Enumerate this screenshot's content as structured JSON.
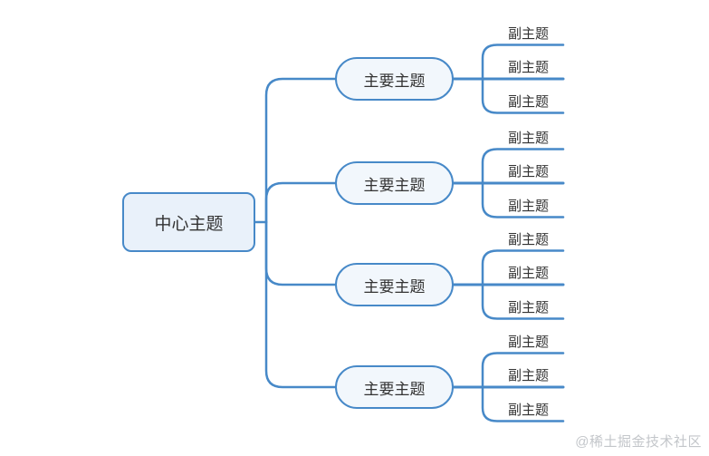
{
  "colors": {
    "line-color": "#4789c8",
    "root-fill": "#e9f1fa",
    "node-fill": "#f2f7fc",
    "text-color": "#333333",
    "watermark-color": "#c3c6ca",
    "bg": "#ffffff"
  },
  "mindmap": {
    "root": {
      "label": "中心主题"
    },
    "branches": [
      {
        "label": "主要主题",
        "children": [
          {
            "label": "副主题"
          },
          {
            "label": "副主题"
          },
          {
            "label": "副主题"
          }
        ]
      },
      {
        "label": "主要主题",
        "children": [
          {
            "label": "副主题"
          },
          {
            "label": "副主题"
          },
          {
            "label": "副主题"
          }
        ]
      },
      {
        "label": "主要主题",
        "children": [
          {
            "label": "副主题"
          },
          {
            "label": "副主题"
          },
          {
            "label": "副主题"
          }
        ]
      },
      {
        "label": "主要主题",
        "children": [
          {
            "label": "副主题"
          },
          {
            "label": "副主题"
          },
          {
            "label": "副主题"
          }
        ]
      }
    ]
  },
  "watermark": {
    "text": "@稀土掘金技术社区"
  }
}
